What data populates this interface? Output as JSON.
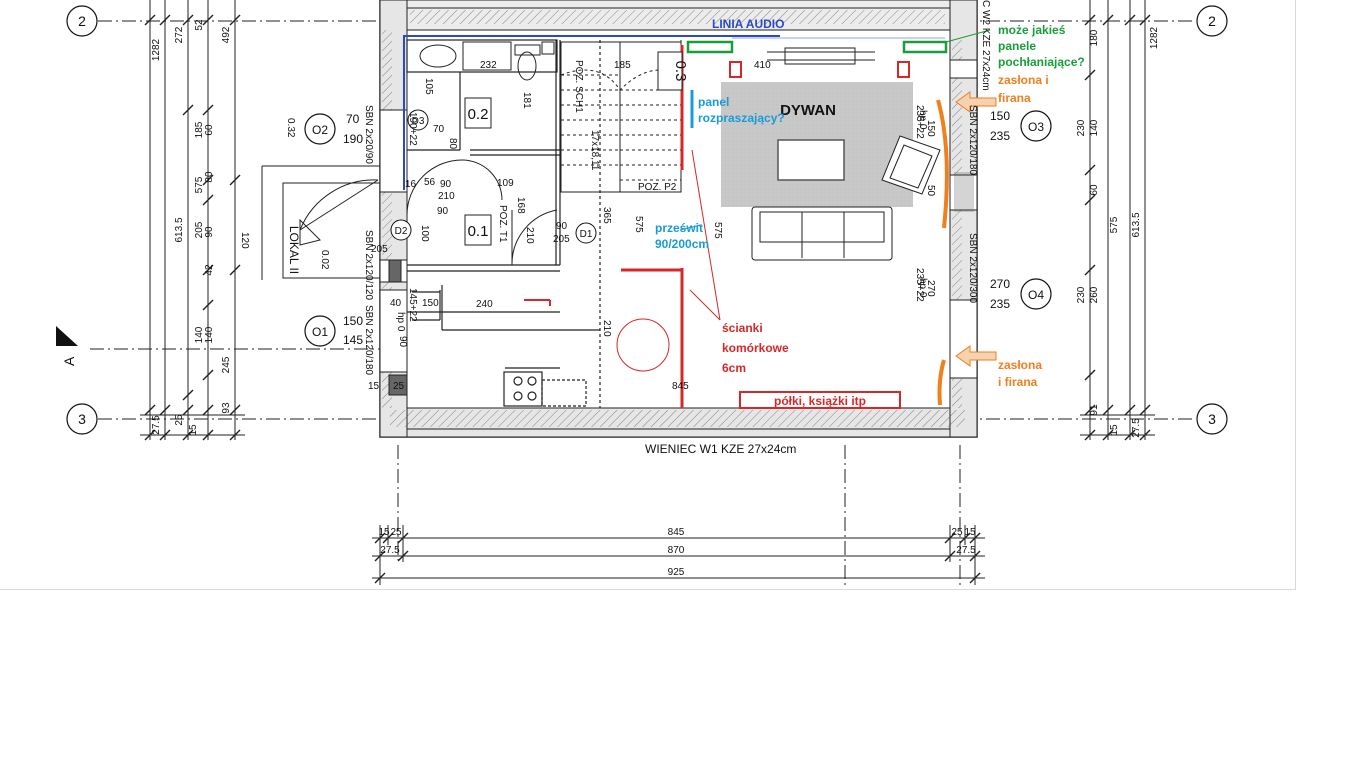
{
  "colors": {
    "wall": "#2b2b2b",
    "grid": "#222222",
    "red": "#d62828",
    "blue": "#1f6fd1",
    "cyan": "#1a9bd7",
    "green": "#1a9e3a",
    "orange": "#f07f1e",
    "rug": "#c8c8c8",
    "audio": "#2a49c9"
  },
  "axes": {
    "top": "2",
    "bottom": "3",
    "section": "A",
    "openings": [
      "O1",
      "O2",
      "O3",
      "O4"
    ],
    "doors": [
      "D1",
      "D2",
      "D3"
    ]
  },
  "rooms": {
    "r01": "0.1",
    "r02": "0.2",
    "r03": "0.3",
    "lokal": "LOKAL II",
    "rug": "DYWAN"
  },
  "annotations": {
    "audio_line": "LINIA AUDIO",
    "panels": [
      "może jakieś",
      "panele",
      "pochłaniające?"
    ],
    "curtain_top": [
      "zasłona i",
      "firana"
    ],
    "curtain_bottom": [
      "zasłona",
      "i firana"
    ],
    "diffuser": [
      "panel",
      "rozpraszający?"
    ],
    "opening": [
      "prześwit",
      "90/200cm"
    ],
    "partitions": [
      "ścianki",
      "komórkowe",
      "6cm"
    ],
    "shelves": "półki, książki itp",
    "lintel": "WIENIEC W1 KZE 27x24cm"
  },
  "openings_info": {
    "o1": [
      "150",
      "145"
    ],
    "o2": [
      "70",
      "190"
    ],
    "o3": [
      "150",
      "235"
    ],
    "o4": [
      "270",
      "235"
    ]
  },
  "bottom_dims": {
    "row1": [
      "15",
      "25",
      "845",
      "25",
      "15"
    ],
    "row2": [
      "27.5",
      "870",
      "27.5"
    ],
    "row3": "925"
  },
  "left_dims": {
    "col1": [
      "1282"
    ],
    "col2": [
      "272",
      "185",
      "575",
      "205",
      "140",
      "25",
      "27.5"
    ],
    "col3": [
      "492",
      "613.5",
      "245",
      "93"
    ],
    "col4": [
      "52",
      "60",
      "80",
      "90",
      "42",
      "140",
      "15"
    ]
  },
  "right_dims": {
    "col1": [
      "1282"
    ],
    "col2": [
      "140",
      "230",
      "60",
      "575",
      "260",
      "230",
      "27.5"
    ],
    "col3": [
      "613.5"
    ],
    "col4": [
      "180",
      "91",
      "15"
    ]
  },
  "interior_dims": [
    "232",
    "185",
    "181",
    "105",
    "80",
    "90",
    "210",
    "109",
    "168",
    "210",
    "90",
    "205",
    "365",
    "575",
    "575",
    "410",
    "150",
    "50",
    "270",
    "240",
    "210",
    "845",
    "15",
    "25",
    "40",
    "90",
    "150",
    "120",
    "100",
    "205",
    "90",
    "70",
    "56",
    "16",
    "0.32",
    "0.02"
  ],
  "wall_codes": {
    "sbn1": "SBN 2x120/120",
    "sbn2": "SBN 2x20/90",
    "sbn3": "SBN 2x120/180",
    "sbn4": "SBN 2x120/180",
    "sbn5": "SBN 2x120/300",
    "hp1": "hp 0",
    "hp2": "hp 0",
    "hp3": "hp 0",
    "wz": "C W2 KZE 27x24cm",
    "poz_sch": "POZ. SCH1",
    "poz_p2": "POZ. P2",
    "poz_t1": "POZ. T1",
    "r_235_22": "235+22",
    "r_235_22b": "235+22",
    "r_145": "145+22",
    "r_190": "190+22",
    "stairs": "17x18,11"
  }
}
